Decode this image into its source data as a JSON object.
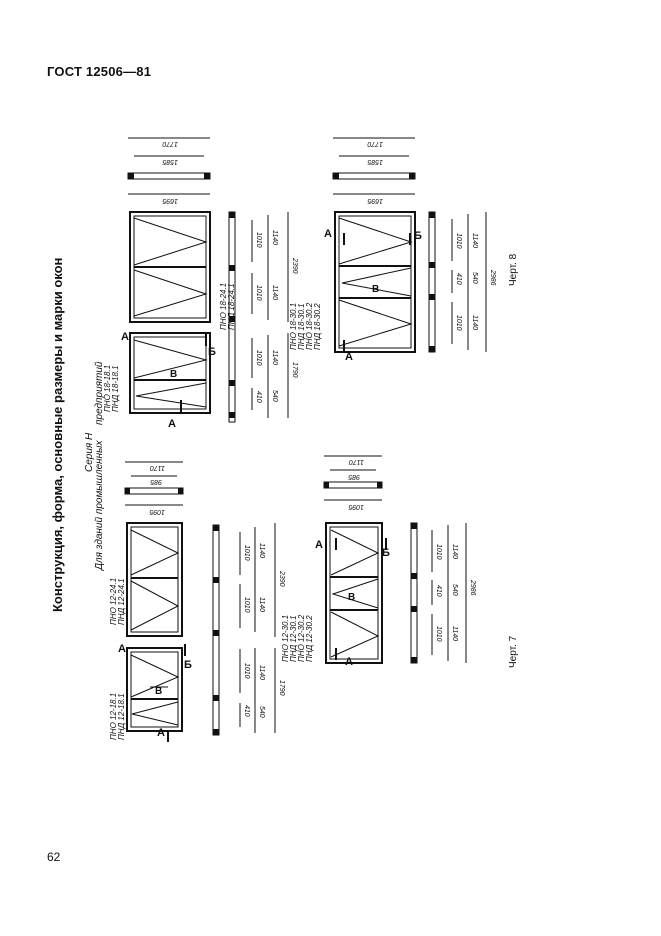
{
  "page": {
    "header": "ГОСТ 12506—81",
    "page_number": "62",
    "section_title": "Конструкция, форма, основные размеры и марки окон",
    "series_label": "Серия Н",
    "purpose_line1": "Для зданий промышленных",
    "purpose_line2": "предприятий",
    "fig7_caption": "Черт. 7",
    "fig8_caption": "Черт. 8"
  },
  "marks": {
    "m12_18": [
      "ПНО 12-18.1",
      "ПНД 12-18.1"
    ],
    "m12_24": [
      "ПНО 12-24.1",
      "ПНД 12-24.1"
    ],
    "m12_30": [
      "ПНО 12-30.1",
      "ПНД 12-30.1",
      "ПНО 12-30.2",
      "ПНД 12-30.2"
    ],
    "m18_18": [
      "ПНО 18-18.1",
      "ПНД 18-18.1"
    ],
    "m18_24": [
      "ПНО 18-24.1",
      "ПНД 18-24.1"
    ],
    "m18_30": [
      "ПНО 18-30.1",
      "ПНД 18-30.1",
      "ПНО 18-30.2",
      "ПНД 18-30.2"
    ]
  },
  "section_labels": {
    "a": "А",
    "b": "Б",
    "v": "В"
  },
  "dims": {
    "d1010": "1010",
    "d1140": "1140",
    "d540": "540",
    "d410": "410",
    "d1790": "1790",
    "d2390": "2390",
    "d2986": "2986",
    "d1095": "1095",
    "d985": "985",
    "d1170": "1170",
    "d1695": "1695",
    "d1585": "1585",
    "d1770": "1770"
  }
}
